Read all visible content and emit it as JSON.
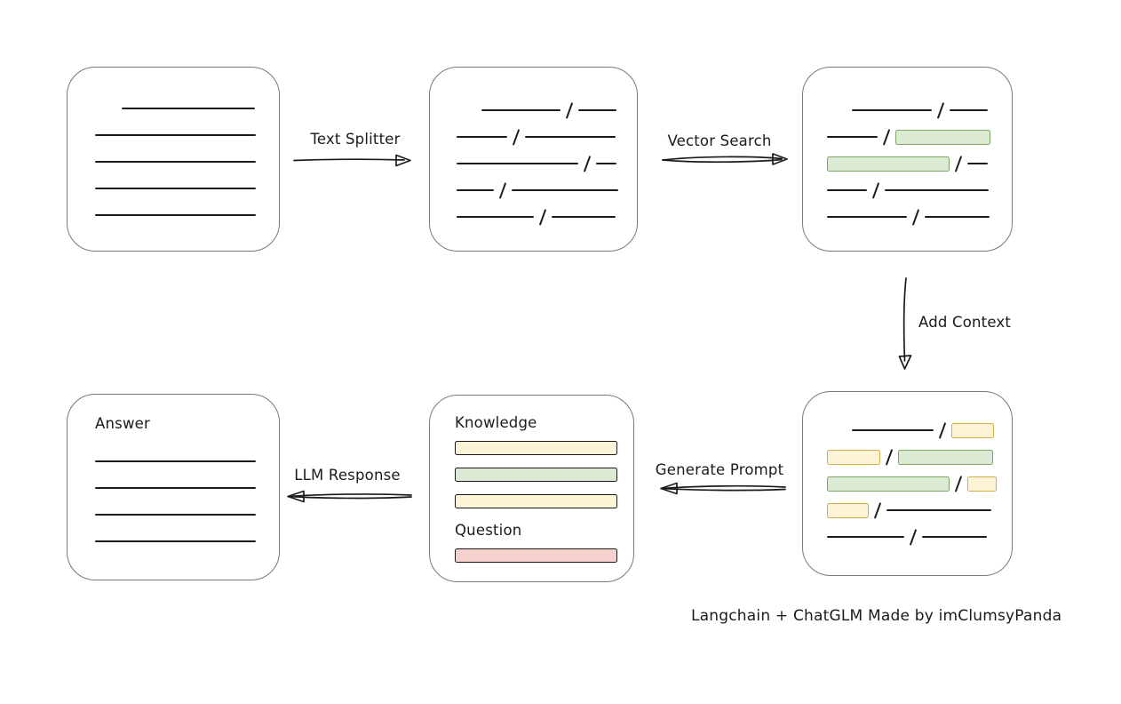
{
  "palette": {
    "line": "#1b1b1b",
    "box_border": "#7a7a7a",
    "green_fill": "#dcead3",
    "green_border": "#7ea566",
    "yellow_fill": "#fdf3d6",
    "yellow_border": "#d2af4b",
    "red_fill": "#f5d1ce",
    "red_border": "#bf5f58"
  },
  "caption": "Langchain + ChatGLM Made by imClumsyPanda",
  "arrows": {
    "text_splitter": {
      "label": "Text Splitter",
      "direction": "right"
    },
    "vector_search": {
      "label": "Vector Search",
      "direction": "right"
    },
    "add_context": {
      "label": "Add Context",
      "direction": "down"
    },
    "generate_prompt": {
      "label": "Generate Prompt",
      "direction": "left"
    },
    "llm_response": {
      "label": "LLM Response",
      "direction": "left"
    }
  },
  "boxes": {
    "source_document": {
      "rows": [
        {
          "indent": 30,
          "segs": [
            {
              "t": "line",
              "w": 150
            }
          ]
        },
        {
          "segs": [
            {
              "t": "line",
              "w": 181
            }
          ]
        },
        {
          "segs": [
            {
              "t": "line",
              "w": 181
            }
          ]
        },
        {
          "segs": [
            {
              "t": "line",
              "w": 181
            }
          ]
        },
        {
          "segs": [
            {
              "t": "line",
              "w": 181
            }
          ]
        }
      ]
    },
    "split_text": {
      "rows": [
        {
          "indent": 28,
          "segs": [
            {
              "t": "line",
              "w": 89
            },
            {
              "t": "slash"
            },
            {
              "t": "line",
              "w": 43
            }
          ]
        },
        {
          "segs": [
            {
              "t": "line",
              "w": 57
            },
            {
              "t": "slash"
            },
            {
              "t": "line",
              "w": 102
            }
          ]
        },
        {
          "segs": [
            {
              "t": "line",
              "w": 137
            },
            {
              "t": "slash"
            },
            {
              "t": "line",
              "w": 23
            }
          ]
        },
        {
          "segs": [
            {
              "t": "line",
              "w": 42
            },
            {
              "t": "slash"
            },
            {
              "t": "line",
              "w": 120
            }
          ]
        },
        {
          "segs": [
            {
              "t": "line",
              "w": 87
            },
            {
              "t": "slash"
            },
            {
              "t": "line",
              "w": 72
            }
          ]
        }
      ]
    },
    "search_results": {
      "rows": [
        {
          "indent": 28,
          "segs": [
            {
              "t": "line",
              "w": 90
            },
            {
              "t": "slash"
            },
            {
              "t": "line",
              "w": 43
            }
          ]
        },
        {
          "segs": [
            {
              "t": "line",
              "w": 57
            },
            {
              "t": "slash"
            },
            {
              "t": "bar",
              "color": "green",
              "w": 107
            }
          ]
        },
        {
          "segs": [
            {
              "t": "bar",
              "color": "green",
              "w": 138
            },
            {
              "t": "slash"
            },
            {
              "t": "line",
              "w": 23
            }
          ]
        },
        {
          "segs": [
            {
              "t": "line",
              "w": 45
            },
            {
              "t": "slash"
            },
            {
              "t": "line",
              "w": 117
            }
          ]
        },
        {
          "segs": [
            {
              "t": "line",
              "w": 90
            },
            {
              "t": "slash"
            },
            {
              "t": "line",
              "w": 73
            }
          ]
        }
      ]
    },
    "context_chunks": {
      "rows": [
        {
          "indent": 28,
          "segs": [
            {
              "t": "line",
              "w": 92
            },
            {
              "t": "slash"
            },
            {
              "t": "bar",
              "color": "yellow",
              "w": 48
            }
          ]
        },
        {
          "segs": [
            {
              "t": "bar",
              "color": "yellow",
              "w": 60
            },
            {
              "t": "slash"
            },
            {
              "t": "bar",
              "color": "green",
              "w": 107
            }
          ]
        },
        {
          "segs": [
            {
              "t": "bar",
              "color": "green",
              "w": 138
            },
            {
              "t": "slash"
            },
            {
              "t": "bar",
              "color": "yellow",
              "w": 33
            }
          ]
        },
        {
          "segs": [
            {
              "t": "bar",
              "color": "yellow",
              "w": 47
            },
            {
              "t": "slash"
            },
            {
              "t": "line",
              "w": 118
            }
          ]
        },
        {
          "segs": [
            {
              "t": "line",
              "w": 87
            },
            {
              "t": "slash"
            },
            {
              "t": "line",
              "w": 73
            }
          ]
        }
      ]
    },
    "prompt": {
      "sections": [
        {
          "label": "Knowledge",
          "bars": [
            {
              "color": "yellow",
              "w": 183
            },
            {
              "color": "green",
              "w": 183
            },
            {
              "color": "yellow",
              "w": 183
            }
          ]
        },
        {
          "label": "Question",
          "bars": [
            {
              "color": "red",
              "w": 183
            }
          ]
        }
      ]
    },
    "answer": {
      "label": "Answer",
      "line_count": 4,
      "line_width": 181
    }
  }
}
